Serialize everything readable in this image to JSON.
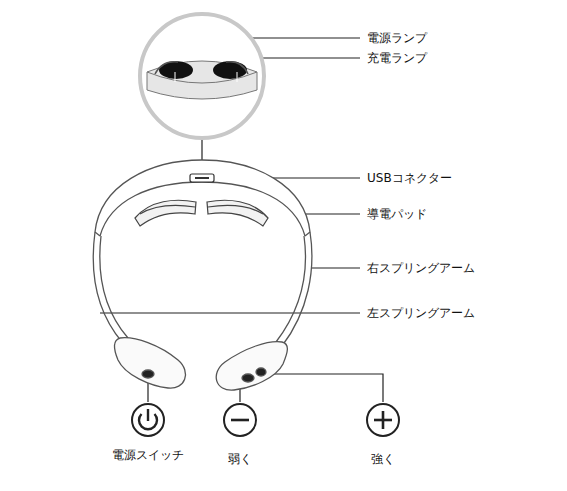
{
  "diagram": {
    "labels": [
      "電源ランプ",
      "充電ランプ",
      "USBコネクター",
      "導電パッド",
      "右スプリングアーム",
      "左スプリングアーム",
      "電源スイッチ",
      "弱く",
      "強く"
    ]
  }
}
